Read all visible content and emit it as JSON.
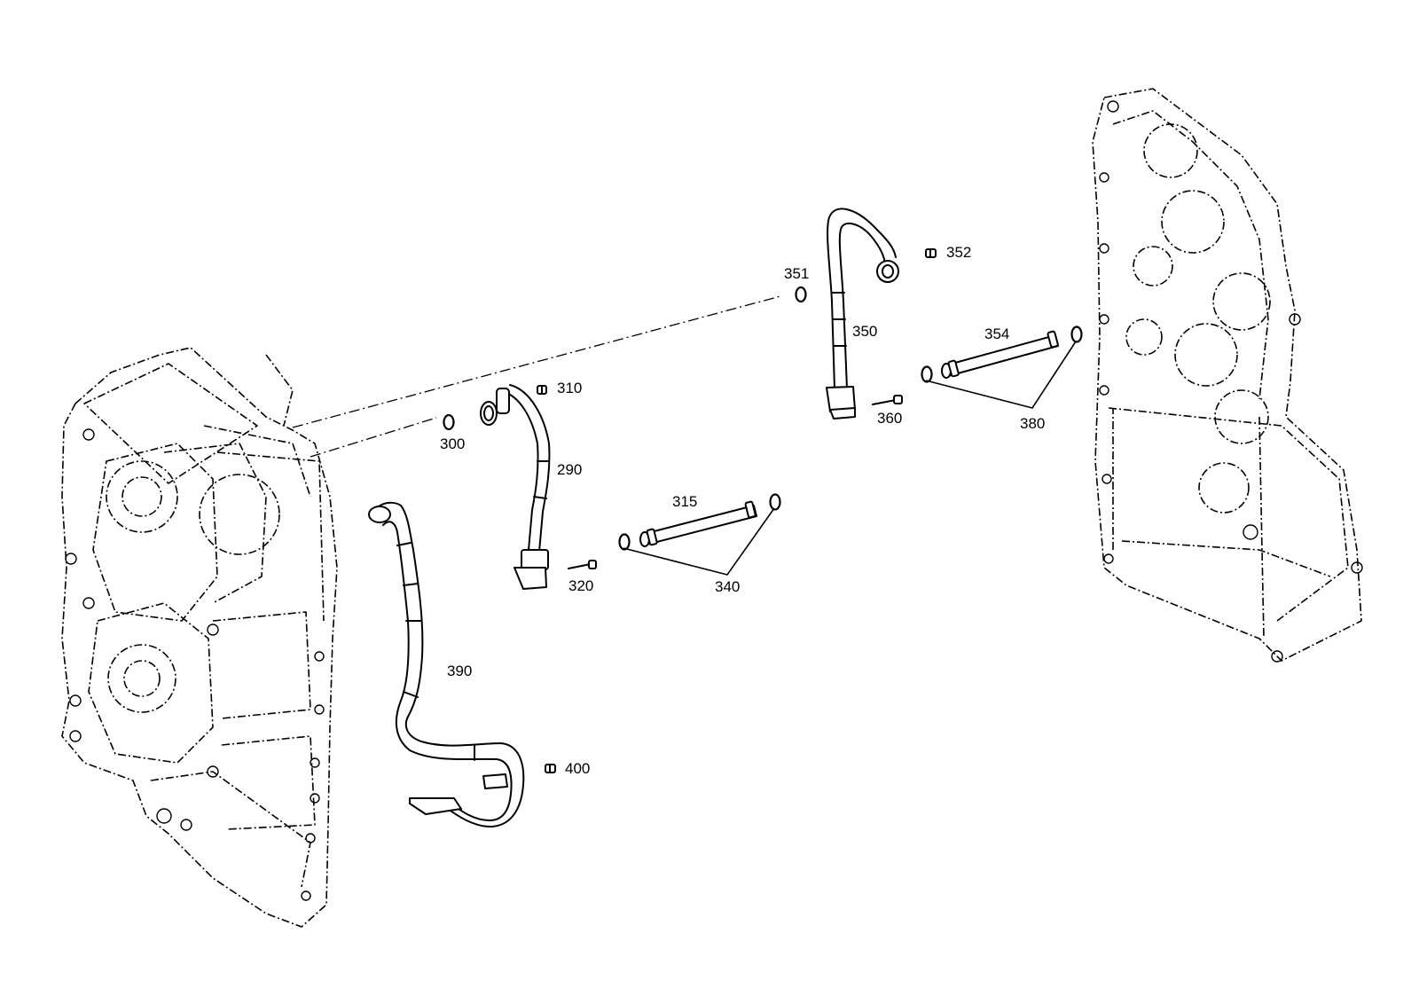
{
  "colors": {
    "line": "#000000",
    "background": "#ffffff"
  },
  "callouts": {
    "c290": "290",
    "c300": "300",
    "c310": "310",
    "c315": "315",
    "c320": "320",
    "c340": "340",
    "c350": "350",
    "c351": "351",
    "c352": "352",
    "c354": "354",
    "c360": "360",
    "c380": "380",
    "c390": "390",
    "c400": "400"
  }
}
